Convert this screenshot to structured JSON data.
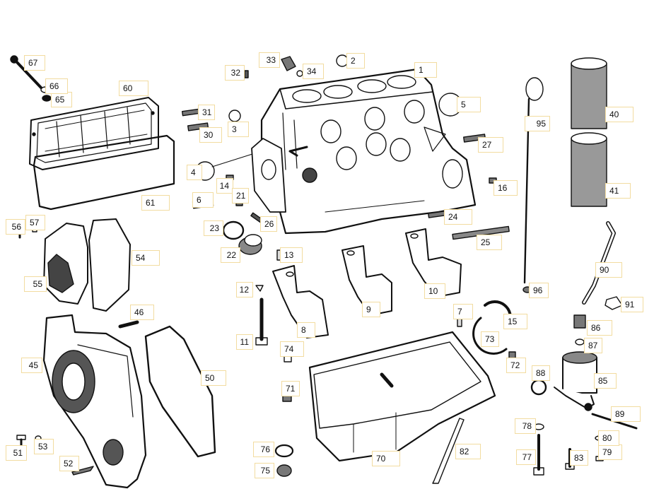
{
  "diagram": {
    "labels": [
      {
        "id": "l1",
        "text": "1"
      },
      {
        "id": "l2",
        "text": "2"
      },
      {
        "id": "l3",
        "text": "3"
      },
      {
        "id": "l4",
        "text": "4"
      },
      {
        "id": "l5",
        "text": "5"
      },
      {
        "id": "l6",
        "text": "6"
      },
      {
        "id": "l7",
        "text": "7"
      },
      {
        "id": "l8",
        "text": "8"
      },
      {
        "id": "l9",
        "text": "9"
      },
      {
        "id": "l10",
        "text": "10"
      },
      {
        "id": "l11",
        "text": "11"
      },
      {
        "id": "l12",
        "text": "12"
      },
      {
        "id": "l13",
        "text": "13"
      },
      {
        "id": "l14",
        "text": "14"
      },
      {
        "id": "l15",
        "text": "15"
      },
      {
        "id": "l16",
        "text": "16"
      },
      {
        "id": "l21",
        "text": "21"
      },
      {
        "id": "l22",
        "text": "22"
      },
      {
        "id": "l23",
        "text": "23"
      },
      {
        "id": "l24",
        "text": "24"
      },
      {
        "id": "l25",
        "text": "25"
      },
      {
        "id": "l26",
        "text": "26"
      },
      {
        "id": "l27",
        "text": "27"
      },
      {
        "id": "l30",
        "text": "30"
      },
      {
        "id": "l31",
        "text": "31"
      },
      {
        "id": "l32",
        "text": "32"
      },
      {
        "id": "l33",
        "text": "33"
      },
      {
        "id": "l34",
        "text": "34"
      },
      {
        "id": "l40",
        "text": "40"
      },
      {
        "id": "l41",
        "text": "41"
      },
      {
        "id": "l45",
        "text": "45"
      },
      {
        "id": "l46",
        "text": "46"
      },
      {
        "id": "l50",
        "text": "50"
      },
      {
        "id": "l51",
        "text": "51"
      },
      {
        "id": "l52",
        "text": "52"
      },
      {
        "id": "l53",
        "text": "53"
      },
      {
        "id": "l54",
        "text": "54"
      },
      {
        "id": "l55",
        "text": "55"
      },
      {
        "id": "l56",
        "text": "56"
      },
      {
        "id": "l57",
        "text": "57"
      },
      {
        "id": "l60",
        "text": "60"
      },
      {
        "id": "l61",
        "text": "61"
      },
      {
        "id": "l65",
        "text": "65"
      },
      {
        "id": "l66",
        "text": "66"
      },
      {
        "id": "l67",
        "text": "67"
      },
      {
        "id": "l70",
        "text": "70"
      },
      {
        "id": "l71",
        "text": "71"
      },
      {
        "id": "l72",
        "text": "72"
      },
      {
        "id": "l73",
        "text": "73"
      },
      {
        "id": "l74",
        "text": "74"
      },
      {
        "id": "l75",
        "text": "75"
      },
      {
        "id": "l76",
        "text": "76"
      },
      {
        "id": "l77",
        "text": "77"
      },
      {
        "id": "l78",
        "text": "78"
      },
      {
        "id": "l79",
        "text": "79"
      },
      {
        "id": "l80",
        "text": "80"
      },
      {
        "id": "l82",
        "text": "82"
      },
      {
        "id": "l83",
        "text": "83"
      },
      {
        "id": "l85",
        "text": "85"
      },
      {
        "id": "l86",
        "text": "86"
      },
      {
        "id": "l87",
        "text": "87"
      },
      {
        "id": "l88",
        "text": "88"
      },
      {
        "id": "l89",
        "text": "89"
      },
      {
        "id": "l90",
        "text": "90"
      },
      {
        "id": "l91",
        "text": "91"
      },
      {
        "id": "l95",
        "text": "95"
      },
      {
        "id": "l96",
        "text": "96"
      }
    ],
    "colors": {
      "ink": "#111111",
      "label_border": "#f2dca0",
      "background": "#ffffff"
    }
  }
}
